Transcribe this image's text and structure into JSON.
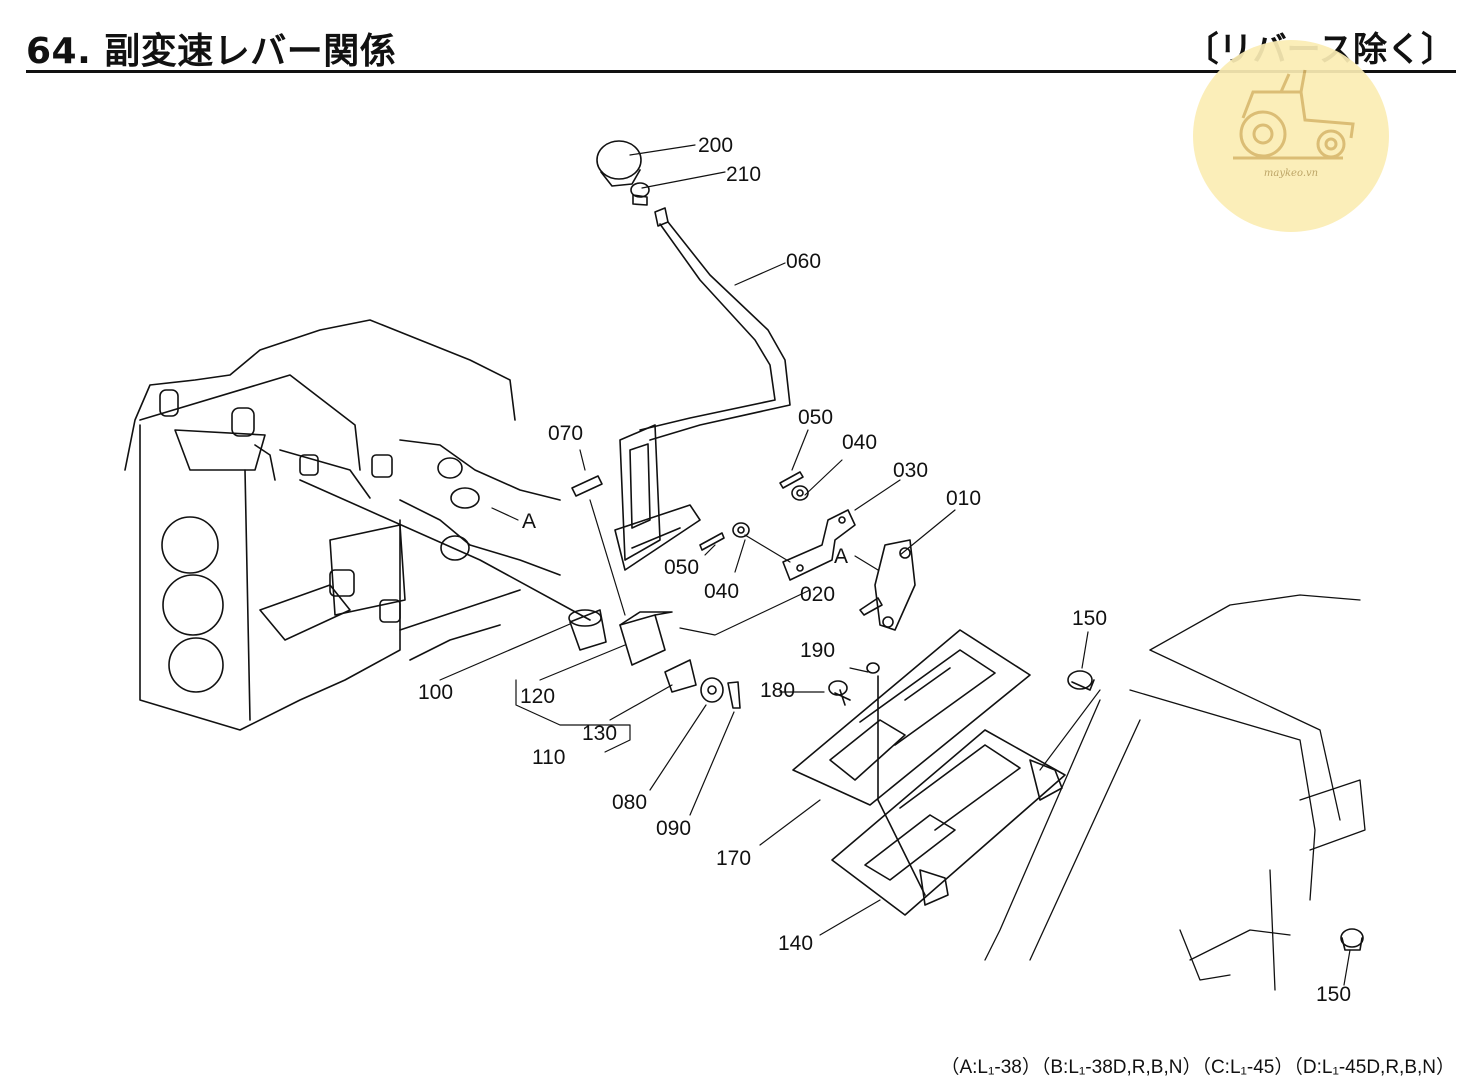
{
  "header": {
    "title": "64. 副変速レバー関係",
    "subtitle": "〔リバース除く〕"
  },
  "watermark": {
    "text": "maykeo.vn"
  },
  "footer": {
    "models": "（A:L₁-38）（B:L₁-38D,R,B,N）（C:L₁-45）（D:L₁-45D,R,B,N）"
  },
  "parts": {
    "p200": "200",
    "p210": "210",
    "p060": "060",
    "p070": "070",
    "p050a": "050",
    "p040a": "040",
    "p030": "030",
    "p010": "010",
    "p050b": "050",
    "p040b": "040",
    "p020": "020",
    "p100": "100",
    "p120": "120",
    "p130": "130",
    "p110": "110",
    "p080": "080",
    "p090": "090",
    "p150a": "150",
    "p190": "190",
    "p180": "180",
    "p170": "170",
    "p140": "140",
    "p150b": "150"
  },
  "markers": {
    "a1": "A",
    "a2": "A"
  }
}
